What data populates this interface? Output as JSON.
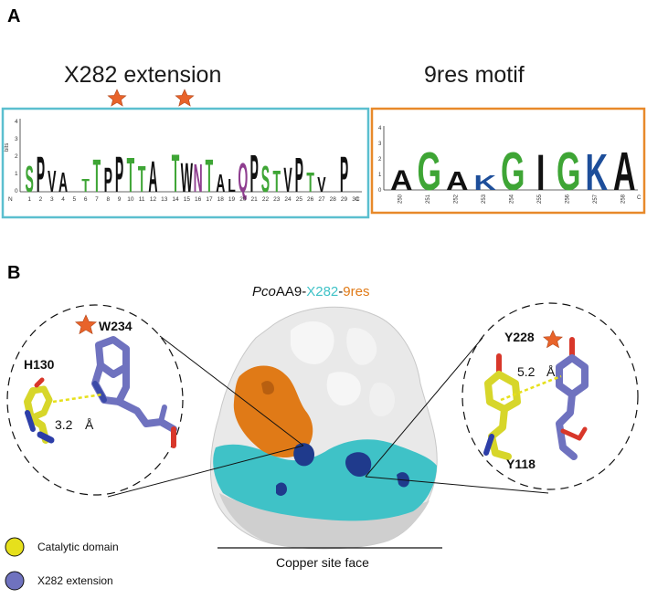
{
  "panel_a": {
    "letter": "A",
    "x282_title": "X282 extension",
    "nineres_title": "9res motif",
    "bits_label": "bits",
    "y_ticks": [
      "4",
      "3",
      "2",
      "1",
      "0"
    ],
    "n_label": "N",
    "c_label": "C",
    "x282_positions": [
      "1",
      "2",
      "3",
      "4",
      "5",
      "6",
      "7",
      "8",
      "9",
      "10",
      "11",
      "12",
      "13",
      "14",
      "15",
      "16",
      "17",
      "18",
      "19",
      "20",
      "21",
      "22",
      "23",
      "24",
      "25",
      "26",
      "27",
      "28",
      "29",
      "30"
    ],
    "x282_logo": [
      "S",
      "P",
      "V",
      "A",
      "T",
      "T",
      "P",
      "P",
      "T",
      "T",
      "A",
      "T",
      "W",
      "N",
      "T",
      "A",
      "L",
      "Q",
      "P",
      "S",
      "T",
      "V",
      "P",
      "T",
      "V",
      "P"
    ],
    "ninres_positions": [
      "250",
      "251",
      "252",
      "253",
      "254",
      "255",
      "256",
      "257",
      "258"
    ],
    "ninres_logo": [
      "A",
      "G",
      "A",
      "K",
      "G",
      "I",
      "G",
      "K",
      "A"
    ],
    "colors": {
      "x282_box": "#5bbfcf",
      "nineres_box": "#e8892a",
      "star": "#e8632a",
      "green": "#3ea535",
      "black": "#111111",
      "purple": "#8e3d8f",
      "blue": "#1d4e9a",
      "red": "#d23a2a"
    }
  },
  "panel_b": {
    "letter": "B",
    "title_pco": "Pco",
    "title_aa9": "AA9-",
    "title_x282": "X282",
    "title_dash": "-",
    "title_9res": "9res",
    "left_label_w": "W234",
    "left_label_h": "H130",
    "left_distance": "3.2",
    "left_unit": "Å",
    "right_label_y228": "Y228",
    "right_label_y118": "Y118",
    "right_distance": "5.2",
    "right_unit": "Å",
    "face_label": "Copper site face",
    "legend": [
      {
        "label": "Catalytic domain",
        "color": "#e6e01c"
      },
      {
        "label": "X282 extension",
        "color": "#6f72bf"
      }
    ],
    "colors": {
      "cyan": "#3fc2c7",
      "orange": "#e07a17",
      "navy": "#1f3a8c",
      "surface": "#e9e9e9",
      "yellow": "#d7d62a",
      "slate": "#6f72bf",
      "bond_red": "#d8372a"
    }
  }
}
